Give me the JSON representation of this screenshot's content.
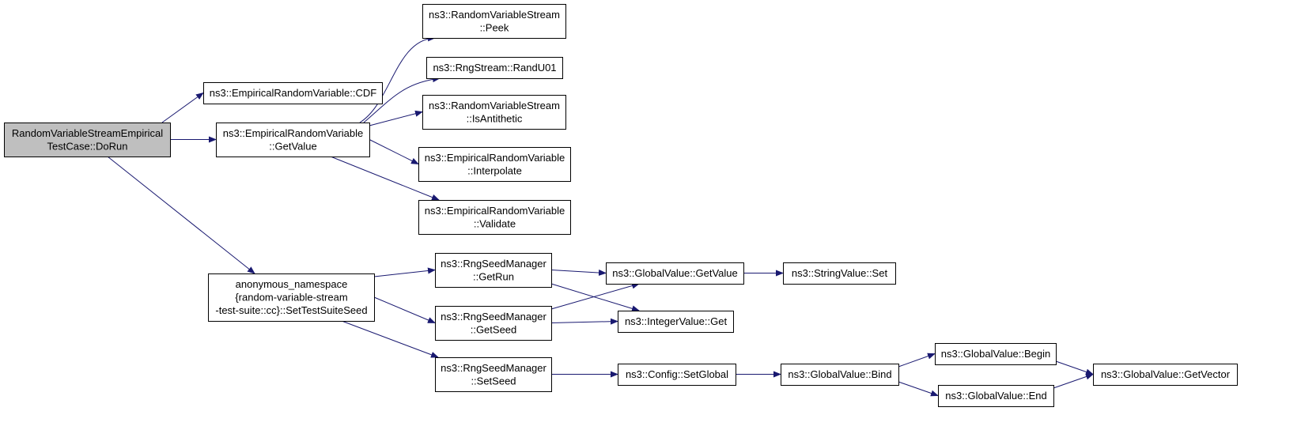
{
  "graph": {
    "nodes": [
      {
        "id": "dorun",
        "lines": [
          "RandomVariableStreamEmpirical",
          "TestCase::DoRun"
        ],
        "root": true
      },
      {
        "id": "cdf",
        "lines": [
          "ns3::EmpiricalRandomVariable::CDF"
        ]
      },
      {
        "id": "getvalue_emp",
        "lines": [
          "ns3::EmpiricalRandomVariable",
          "::GetValue"
        ]
      },
      {
        "id": "peek",
        "lines": [
          "ns3::RandomVariableStream",
          "::Peek"
        ]
      },
      {
        "id": "randu01",
        "lines": [
          "ns3::RngStream::RandU01"
        ]
      },
      {
        "id": "isanti",
        "lines": [
          "ns3::RandomVariableStream",
          "::IsAntithetic"
        ]
      },
      {
        "id": "interp",
        "lines": [
          "ns3::EmpiricalRandomVariable",
          "::Interpolate"
        ]
      },
      {
        "id": "validate",
        "lines": [
          "ns3::EmpiricalRandomVariable",
          "::Validate"
        ]
      },
      {
        "id": "anon",
        "lines": [
          "anonymous_namespace",
          "{random-variable-stream",
          "-test-suite::cc}::SetTestSuiteSeed"
        ]
      },
      {
        "id": "getrun",
        "lines": [
          "ns3::RngSeedManager",
          "::GetRun"
        ]
      },
      {
        "id": "getseed",
        "lines": [
          "ns3::RngSeedManager",
          "::GetSeed"
        ]
      },
      {
        "id": "setseed",
        "lines": [
          "ns3::RngSeedManager",
          "::SetSeed"
        ]
      },
      {
        "id": "gv_getvalue",
        "lines": [
          "ns3::GlobalValue::GetValue"
        ]
      },
      {
        "id": "intget",
        "lines": [
          "ns3::IntegerValue::Get"
        ]
      },
      {
        "id": "strset",
        "lines": [
          "ns3::StringValue::Set"
        ]
      },
      {
        "id": "setglobal",
        "lines": [
          "ns3::Config::SetGlobal"
        ]
      },
      {
        "id": "bind",
        "lines": [
          "ns3::GlobalValue::Bind"
        ]
      },
      {
        "id": "begin",
        "lines": [
          "ns3::GlobalValue::Begin"
        ]
      },
      {
        "id": "end",
        "lines": [
          "ns3::GlobalValue::End"
        ]
      },
      {
        "id": "getvector",
        "lines": [
          "ns3::GlobalValue::GetVector"
        ]
      }
    ],
    "edges": [
      [
        "dorun",
        "cdf"
      ],
      [
        "dorun",
        "getvalue_emp"
      ],
      [
        "dorun",
        "anon"
      ],
      [
        "getvalue_emp",
        "peek"
      ],
      [
        "getvalue_emp",
        "randu01"
      ],
      [
        "getvalue_emp",
        "isanti"
      ],
      [
        "getvalue_emp",
        "interp"
      ],
      [
        "getvalue_emp",
        "validate"
      ],
      [
        "anon",
        "getrun"
      ],
      [
        "anon",
        "getseed"
      ],
      [
        "anon",
        "setseed"
      ],
      [
        "getrun",
        "gv_getvalue"
      ],
      [
        "getrun",
        "intget"
      ],
      [
        "getseed",
        "gv_getvalue"
      ],
      [
        "getseed",
        "intget"
      ],
      [
        "setseed",
        "setglobal"
      ],
      [
        "gv_getvalue",
        "strset"
      ],
      [
        "setglobal",
        "bind"
      ],
      [
        "bind",
        "begin"
      ],
      [
        "bind",
        "end"
      ],
      [
        "begin",
        "getvector"
      ],
      [
        "end",
        "getvector"
      ]
    ],
    "colors": {
      "edge": "#191970",
      "root_fill": "#bfbfbf",
      "node_fill": "#ffffff",
      "border": "#000000"
    }
  }
}
